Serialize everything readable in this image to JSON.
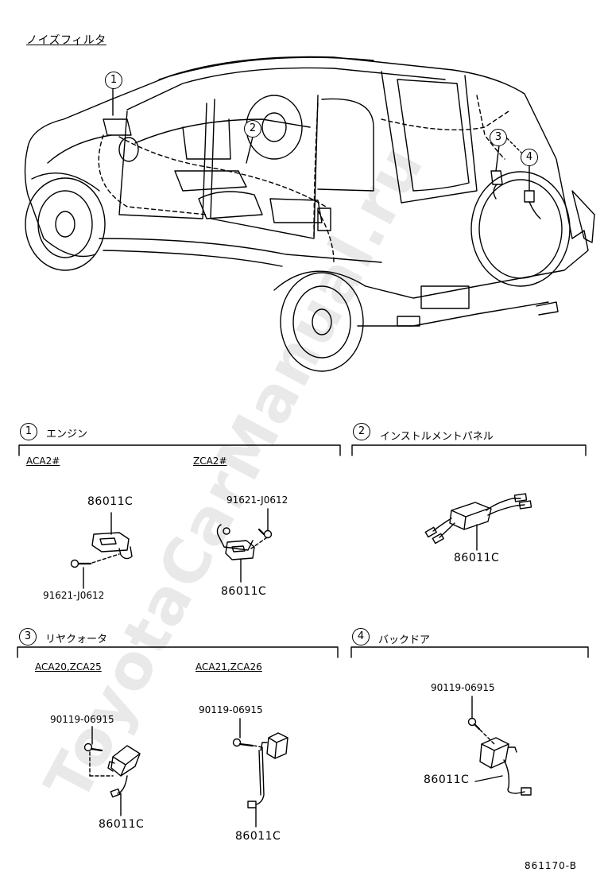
{
  "watermark": "ToyotaCarManual.ru",
  "page_title": "ノイズフィルタ",
  "drawing_number": "861170-B",
  "overview_callouts": [
    "1",
    "2",
    "3",
    "4"
  ],
  "sections": {
    "engine": {
      "number": "1",
      "title": "エンジン",
      "variants": [
        {
          "model": "ACA2#",
          "parts": [
            "86011C",
            "91621-J0612"
          ]
        },
        {
          "model": "ZCA2#",
          "parts": [
            "91621-J0612",
            "86011C"
          ]
        }
      ]
    },
    "instrument_panel": {
      "number": "2",
      "title": "インストルメントパネル",
      "parts": [
        "86011C"
      ]
    },
    "rear_quarter": {
      "number": "3",
      "title": "リヤクォータ",
      "variants": [
        {
          "model": "ACA20,ZCA25",
          "parts": [
            "90119-06915",
            "86011C"
          ]
        },
        {
          "model": "ACA21,ZCA26",
          "parts": [
            "90119-06915",
            "86011C"
          ]
        }
      ]
    },
    "back_door": {
      "number": "4",
      "title": "バックドア",
      "parts": [
        "90119-06915",
        "86011C"
      ]
    }
  }
}
